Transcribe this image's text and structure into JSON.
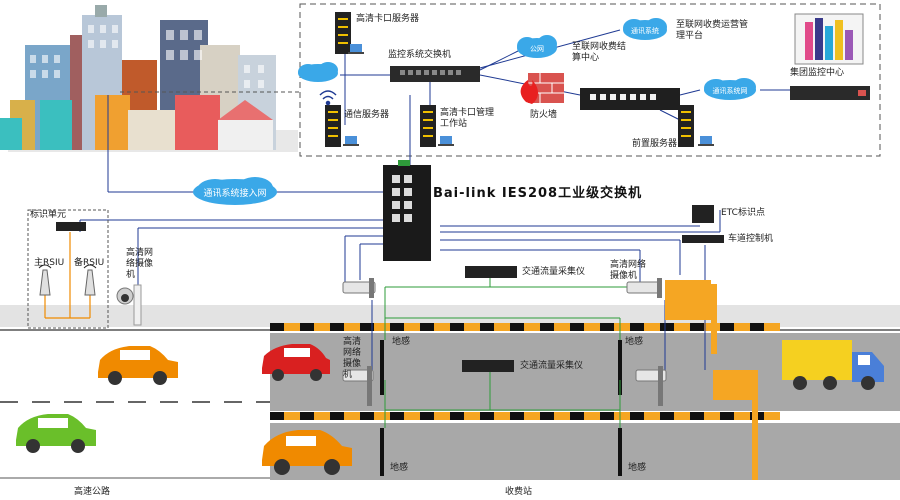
{
  "title": "Bai-link IES208工业级交换机",
  "labels": {
    "hd_checkpoint_server": "高清卡口服务器",
    "monitor_switch": "监控系统交换机",
    "comm_server": "通信服务器",
    "hd_checkpoint_workstation": "高清卡口管理工作站",
    "firewall": "防火墙",
    "to_settlement_center": "至联网收费结算中心",
    "to_ops_platform": "至联网收费运营管理平台",
    "group_monitor_center": "集团监控中心",
    "front_server": "前置服务器",
    "comm_access": "通讯系统接入网",
    "id_unit": "标识单元",
    "main_rsiu": "主RSIU",
    "backup_rsiu": "备RSIU",
    "hd_camera_left": "高清网络摄像机",
    "hd_camera_right": "高清网络摄像机",
    "hd_camera_mid": "高清网络摄像机",
    "etc_point": "ETC标识点",
    "lane_controller": "车道控制机",
    "traffic_collector_top": "交通流量采集仪",
    "traffic_collector_mid": "交通流量采集仪",
    "loop_1": "地感",
    "loop_2": "地感",
    "loop_3": "地感",
    "loop_4": "地感",
    "highway": "高速公路",
    "toll_station": "收费站"
  },
  "clouds": {
    "telecom_1": "通讯系统",
    "public": "公网",
    "telecom_2": "通讯系统网"
  },
  "colors": {
    "line_blue": "#1f3a93",
    "line_green": "#2e9b3a",
    "line_orange": "#f08a00",
    "cloud": "#3aa8e8",
    "road": "#a9a9a9",
    "barrier": "#f5a623"
  }
}
